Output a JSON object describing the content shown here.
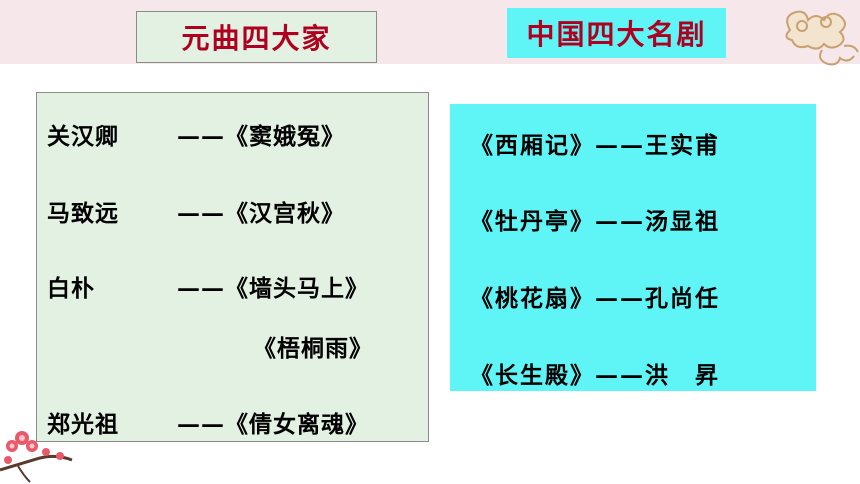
{
  "titles": {
    "left": "元曲四大家",
    "right": "中国四大名剧"
  },
  "yuanqu": [
    {
      "name": "关汉卿",
      "work": "——《窦娥冤》"
    },
    {
      "name": "马致远",
      "work": "——《汉宫秋》"
    },
    {
      "name": "白朴",
      "work": "——《墙头马上》"
    },
    {
      "name": "",
      "work": "《梧桐雨》"
    },
    {
      "name": "郑光祖",
      "work": "——《倩女离魂》"
    }
  ],
  "operas": [
    "《西厢记》——王实甫",
    "《牡丹亭》——汤显祖",
    "《桃花扇》——孔尚任",
    "《长生殿》——洪　昇"
  ],
  "colors": {
    "title_text": "#b0001f",
    "left_panel": "#e2f1e2",
    "right_panel": "#5ff5f7",
    "top_band": "#f6e8ea"
  },
  "icons": {
    "top_right": "auspicious-cloud-icon",
    "bottom_left": "plum-blossom-icon"
  }
}
